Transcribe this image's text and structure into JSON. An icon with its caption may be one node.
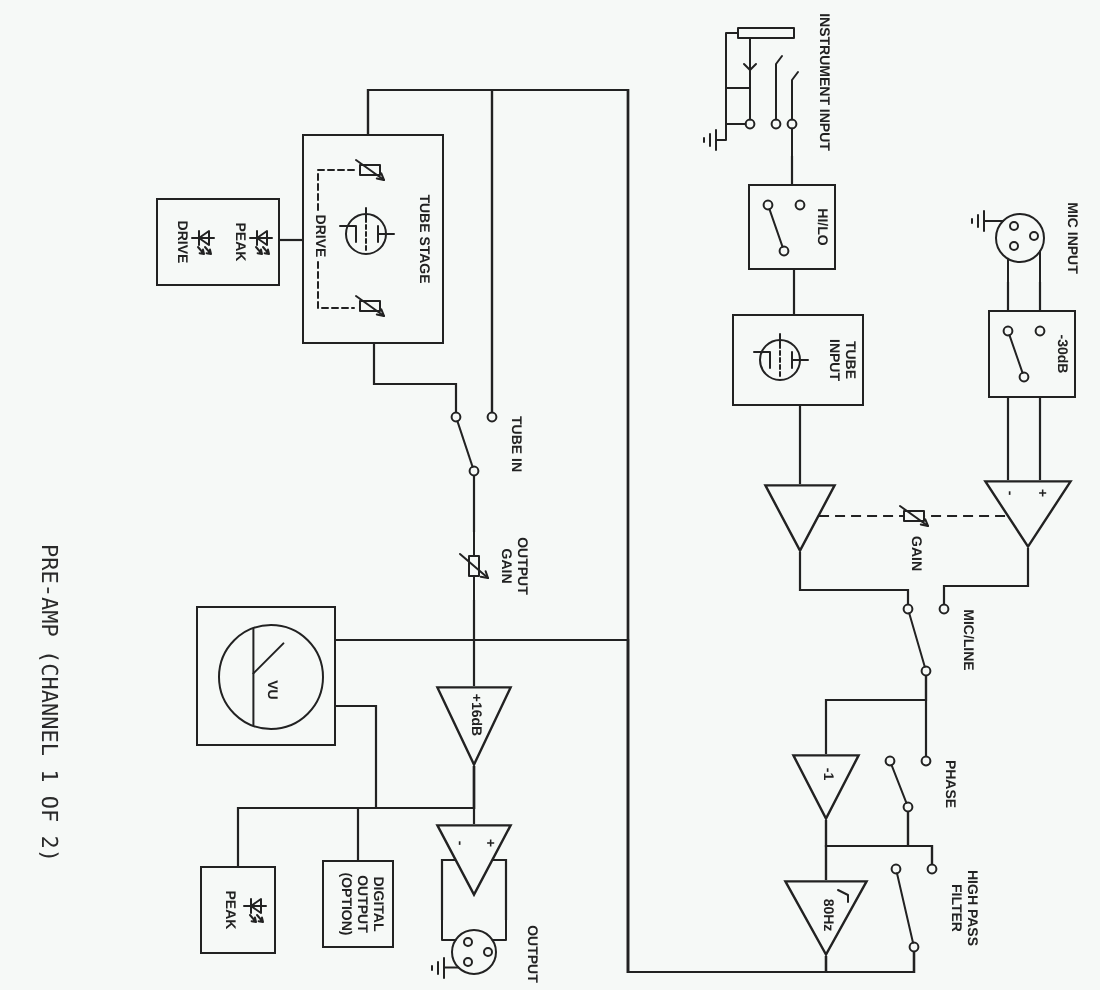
{
  "diagram": {
    "title": "PRE-AMP (CHANNEL 1 OF 2)",
    "nodes": [
      {
        "text": [
          "INSTRUMENT INPUT"
        ]
      },
      {
        "text": [
          "HI/LO"
        ]
      },
      {
        "text": [
          "TUBE INPUT"
        ]
      },
      {
        "text": [],
        "shape": "triangle"
      },
      {
        "text": [
          "MIC INPUT"
        ]
      },
      {
        "text": [
          "-30dB"
        ]
      },
      {
        "text": [
          "+",
          "-"
        ]
      },
      {
        "text": [
          "MIC/LINE"
        ]
      },
      {
        "text": [
          "PHASE"
        ]
      },
      {
        "text": [
          "-1"
        ]
      },
      {
        "text": [
          "HIGH PASS FILTER"
        ]
      },
      {
        "text": [
          "80Hz"
        ]
      },
      {
        "text": [
          "TUBE IN"
        ]
      },
      {
        "text": [
          "TUBE STAGE",
          "DRIVE"
        ]
      },
      {
        "text": [
          "PEAK",
          "DRIVE"
        ]
      },
      {
        "text": [
          "OUTPUT GAIN"
        ]
      },
      {
        "text": [
          "+16dB"
        ]
      },
      {
        "text": [
          "VU"
        ]
      },
      {
        "text": [
          "+",
          "-"
        ]
      },
      {
        "text": [
          "DIGITAL OUTPUT (OPTION)"
        ]
      },
      {
        "text": [
          "PEAK"
        ]
      },
      {
        "text": [
          "OUTPUT"
        ]
      }
    ],
    "edges": [
      {
        "from": 0,
        "to": 1,
        "arrow": "none"
      },
      {
        "from": 1,
        "to": 2,
        "arrow": "none"
      },
      {
        "from": 2,
        "to": 3,
        "arrow": "none"
      },
      {
        "from": 4,
        "to": 5,
        "arrow": "none"
      },
      {
        "from": 4,
        "to": 5,
        "arrow": "none"
      },
      {
        "from": 5,
        "to": 6,
        "arrow": "none"
      },
      {
        "from": 5,
        "to": 6,
        "arrow": "none"
      },
      {
        "from": 3,
        "to": 6,
        "arrow": "none",
        "label": "GAIN",
        "style": "dashed"
      },
      {
        "from": 3,
        "to": 7,
        "arrow": "none"
      },
      {
        "from": 6,
        "to": 7,
        "arrow": "none"
      },
      {
        "from": 7,
        "to": 8,
        "arrow": "none"
      },
      {
        "from": 7,
        "to": 9,
        "arrow": "none"
      },
      {
        "from": 8,
        "to": 10,
        "arrow": "none"
      },
      {
        "from": 8,
        "to": 11,
        "arrow": "none"
      },
      {
        "from": 9,
        "to": 10,
        "arrow": "none"
      },
      {
        "from": 9,
        "to": 11,
        "arrow": "none"
      },
      {
        "from": 10,
        "to": 12,
        "arrow": "none"
      },
      {
        "from": 10,
        "to": 13,
        "arrow": "none"
      },
      {
        "from": 10,
        "to": 17,
        "arrow": "none"
      },
      {
        "from": 11,
        "to": 12,
        "arrow": "none"
      },
      {
        "from": 11,
        "to": 13,
        "arrow": "none"
      },
      {
        "from": 11,
        "to": 17,
        "arrow": "none"
      },
      {
        "from": 13,
        "to": 12,
        "arrow": "none"
      },
      {
        "from": 13,
        "to": 14,
        "arrow": "none"
      },
      {
        "from": 12,
        "to": 15,
        "arrow": "none"
      },
      {
        "from": 15,
        "to": 16,
        "arrow": "none"
      },
      {
        "from": 16,
        "to": 18,
        "arrow": "none"
      },
      {
        "from": 16,
        "to": 19,
        "arrow": "none"
      },
      {
        "from": 16,
        "to": 20,
        "arrow": "none"
      },
      {
        "from": 16,
        "to": 17,
        "arrow": "none"
      },
      {
        "from": 18,
        "to": 21,
        "arrow": "none"
      },
      {
        "from": 18,
        "to": 21,
        "arrow": "none"
      }
    ]
  }
}
